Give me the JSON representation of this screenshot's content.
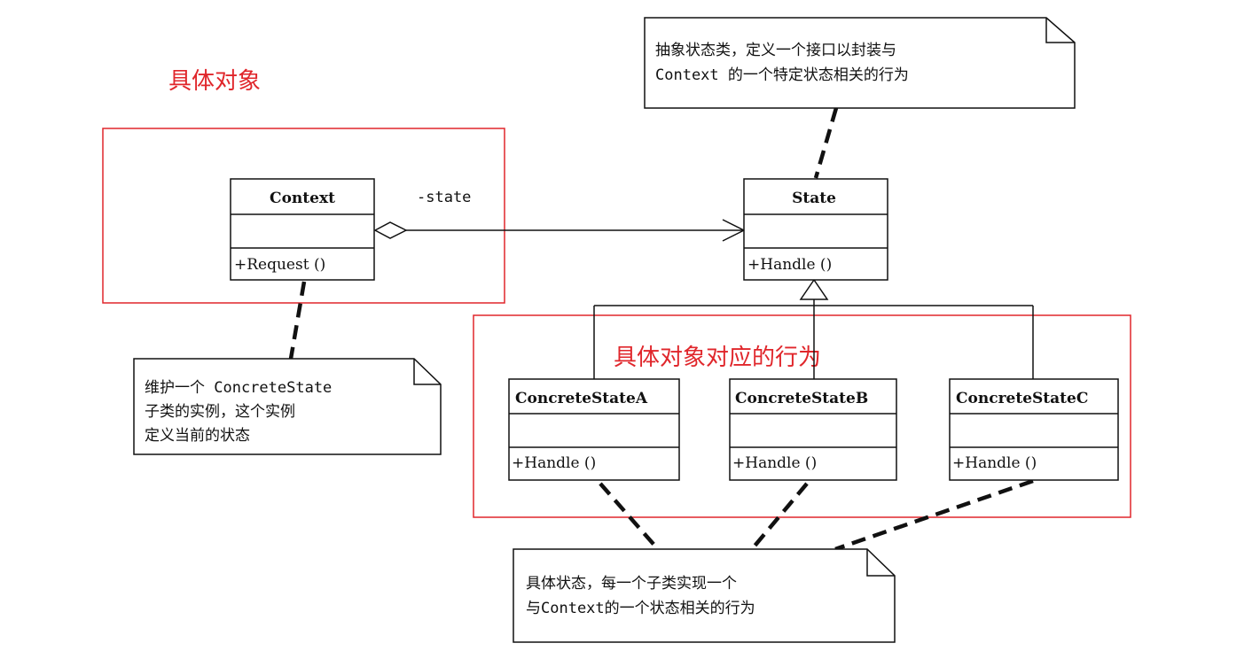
{
  "colors": {
    "highlight": "#e0262b",
    "ink": "#111111",
    "background": "#ffffff"
  },
  "labels": {
    "context_group": "具体对象",
    "concrete_group": "具体对象对应的行为"
  },
  "classes": {
    "context": {
      "name": "Context",
      "attributes": "",
      "operation": "+Request ()"
    },
    "state": {
      "name": "State",
      "attributes": "",
      "operation": "+Handle ()"
    },
    "concrete_a": {
      "name": "ConcreteStateA",
      "attributes": "",
      "operation": "+Handle ()"
    },
    "concrete_b": {
      "name": "ConcreteStateB",
      "attributes": "",
      "operation": "+Handle ()"
    },
    "concrete_c": {
      "name": "ConcreteStateC",
      "attributes": "",
      "operation": "+Handle ()"
    }
  },
  "association": {
    "role": "-state"
  },
  "notes": {
    "state_note": [
      "抽象状态类，定义一个接口以封装与",
      "Context 的一个特定状态相关的行为"
    ],
    "context_note": [
      "维护一个 ConcreteState",
      "子类的实例，这个实例",
      "定义当前的状态"
    ],
    "concrete_note": [
      "具体状态，每一个子类实现一个",
      "与Context的一个状态相关的行为"
    ]
  }
}
